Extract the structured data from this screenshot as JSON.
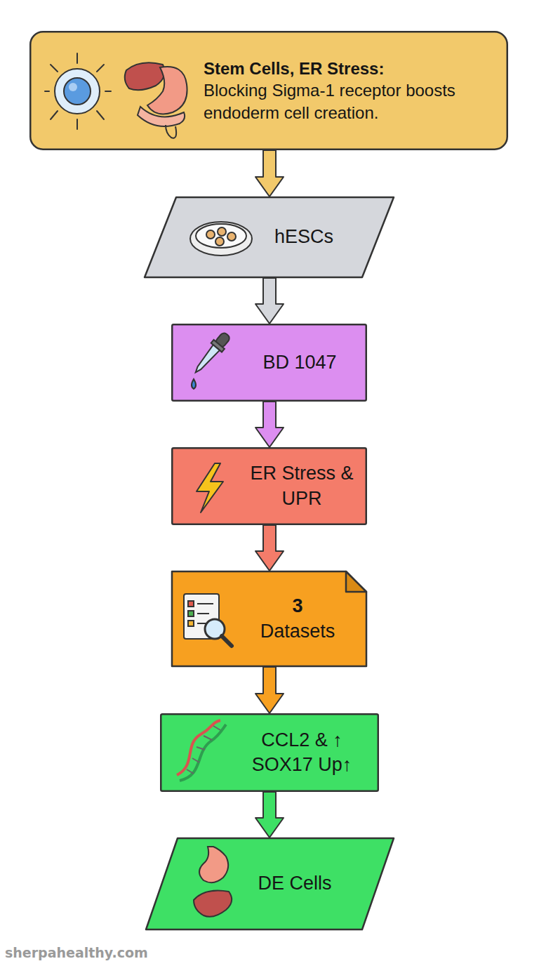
{
  "diagram": {
    "nodes": [
      {
        "text": [
          "Stem Cells, ER Stress:",
          "Blocking Sigma-1 receptor boosts endoderm cell creation."
        ]
      },
      {
        "text": [
          "hESCs"
        ]
      },
      {
        "text": [
          "BD 1047"
        ]
      },
      {
        "text": [
          "ER Stress & UPR"
        ]
      },
      {
        "text": [
          "3",
          "Datasets"
        ]
      },
      {
        "text": [
          "CCL2 & ↑ SOX17 Up↑"
        ]
      },
      {
        "text": [
          "DE Cells"
        ]
      }
    ],
    "edges": [
      {
        "from": 0,
        "to": 1,
        "arrow": "to"
      },
      {
        "from": 1,
        "to": 2,
        "arrow": "to"
      },
      {
        "from": 2,
        "to": 3,
        "arrow": "to"
      },
      {
        "from": 3,
        "to": 4,
        "arrow": "to"
      },
      {
        "from": 4,
        "to": 5,
        "arrow": "to"
      },
      {
        "from": 5,
        "to": 6,
        "arrow": "to"
      }
    ],
    "labels": [
      "sherpahealthy.com"
    ]
  }
}
